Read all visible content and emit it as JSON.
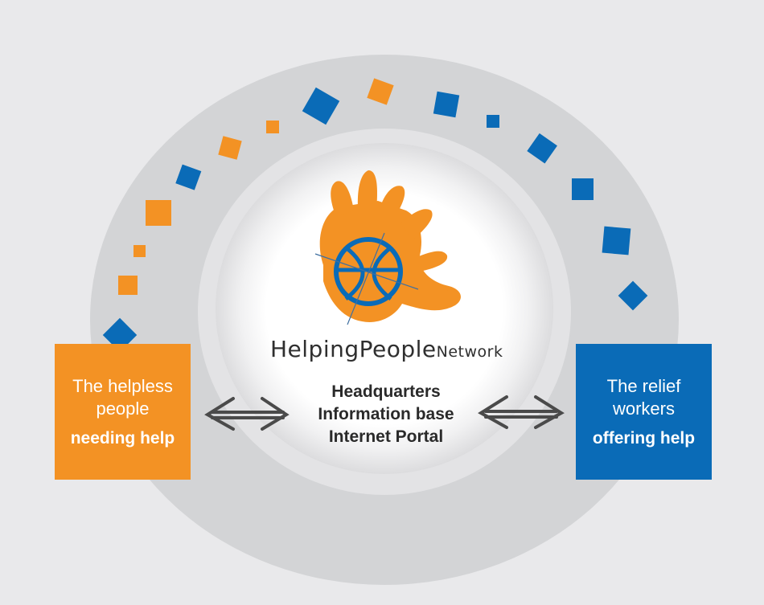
{
  "logo": {
    "main": "HelpingPeople",
    "sub": "Network"
  },
  "center": {
    "lines": [
      "Headquarters",
      "Information base",
      "Internet Portal"
    ]
  },
  "left_box": {
    "line1": "The helpless",
    "line2": "people",
    "emphasis": "needing help",
    "color": "#f39224"
  },
  "right_box": {
    "line1": "The relief",
    "line2": "workers",
    "emphasis": "offering help",
    "color": "#0a6bb7"
  },
  "colors": {
    "background": "#e9e9eb",
    "ring": "#d3d4d6",
    "center": "#ffffff",
    "orange": "#f39224",
    "blue": "#0a6bb7",
    "arrow": "#4a4a4a"
  },
  "icons": {
    "logo": "hand-globe-icon",
    "connector": "double-arrow-icon",
    "decoration": "square-icon"
  }
}
